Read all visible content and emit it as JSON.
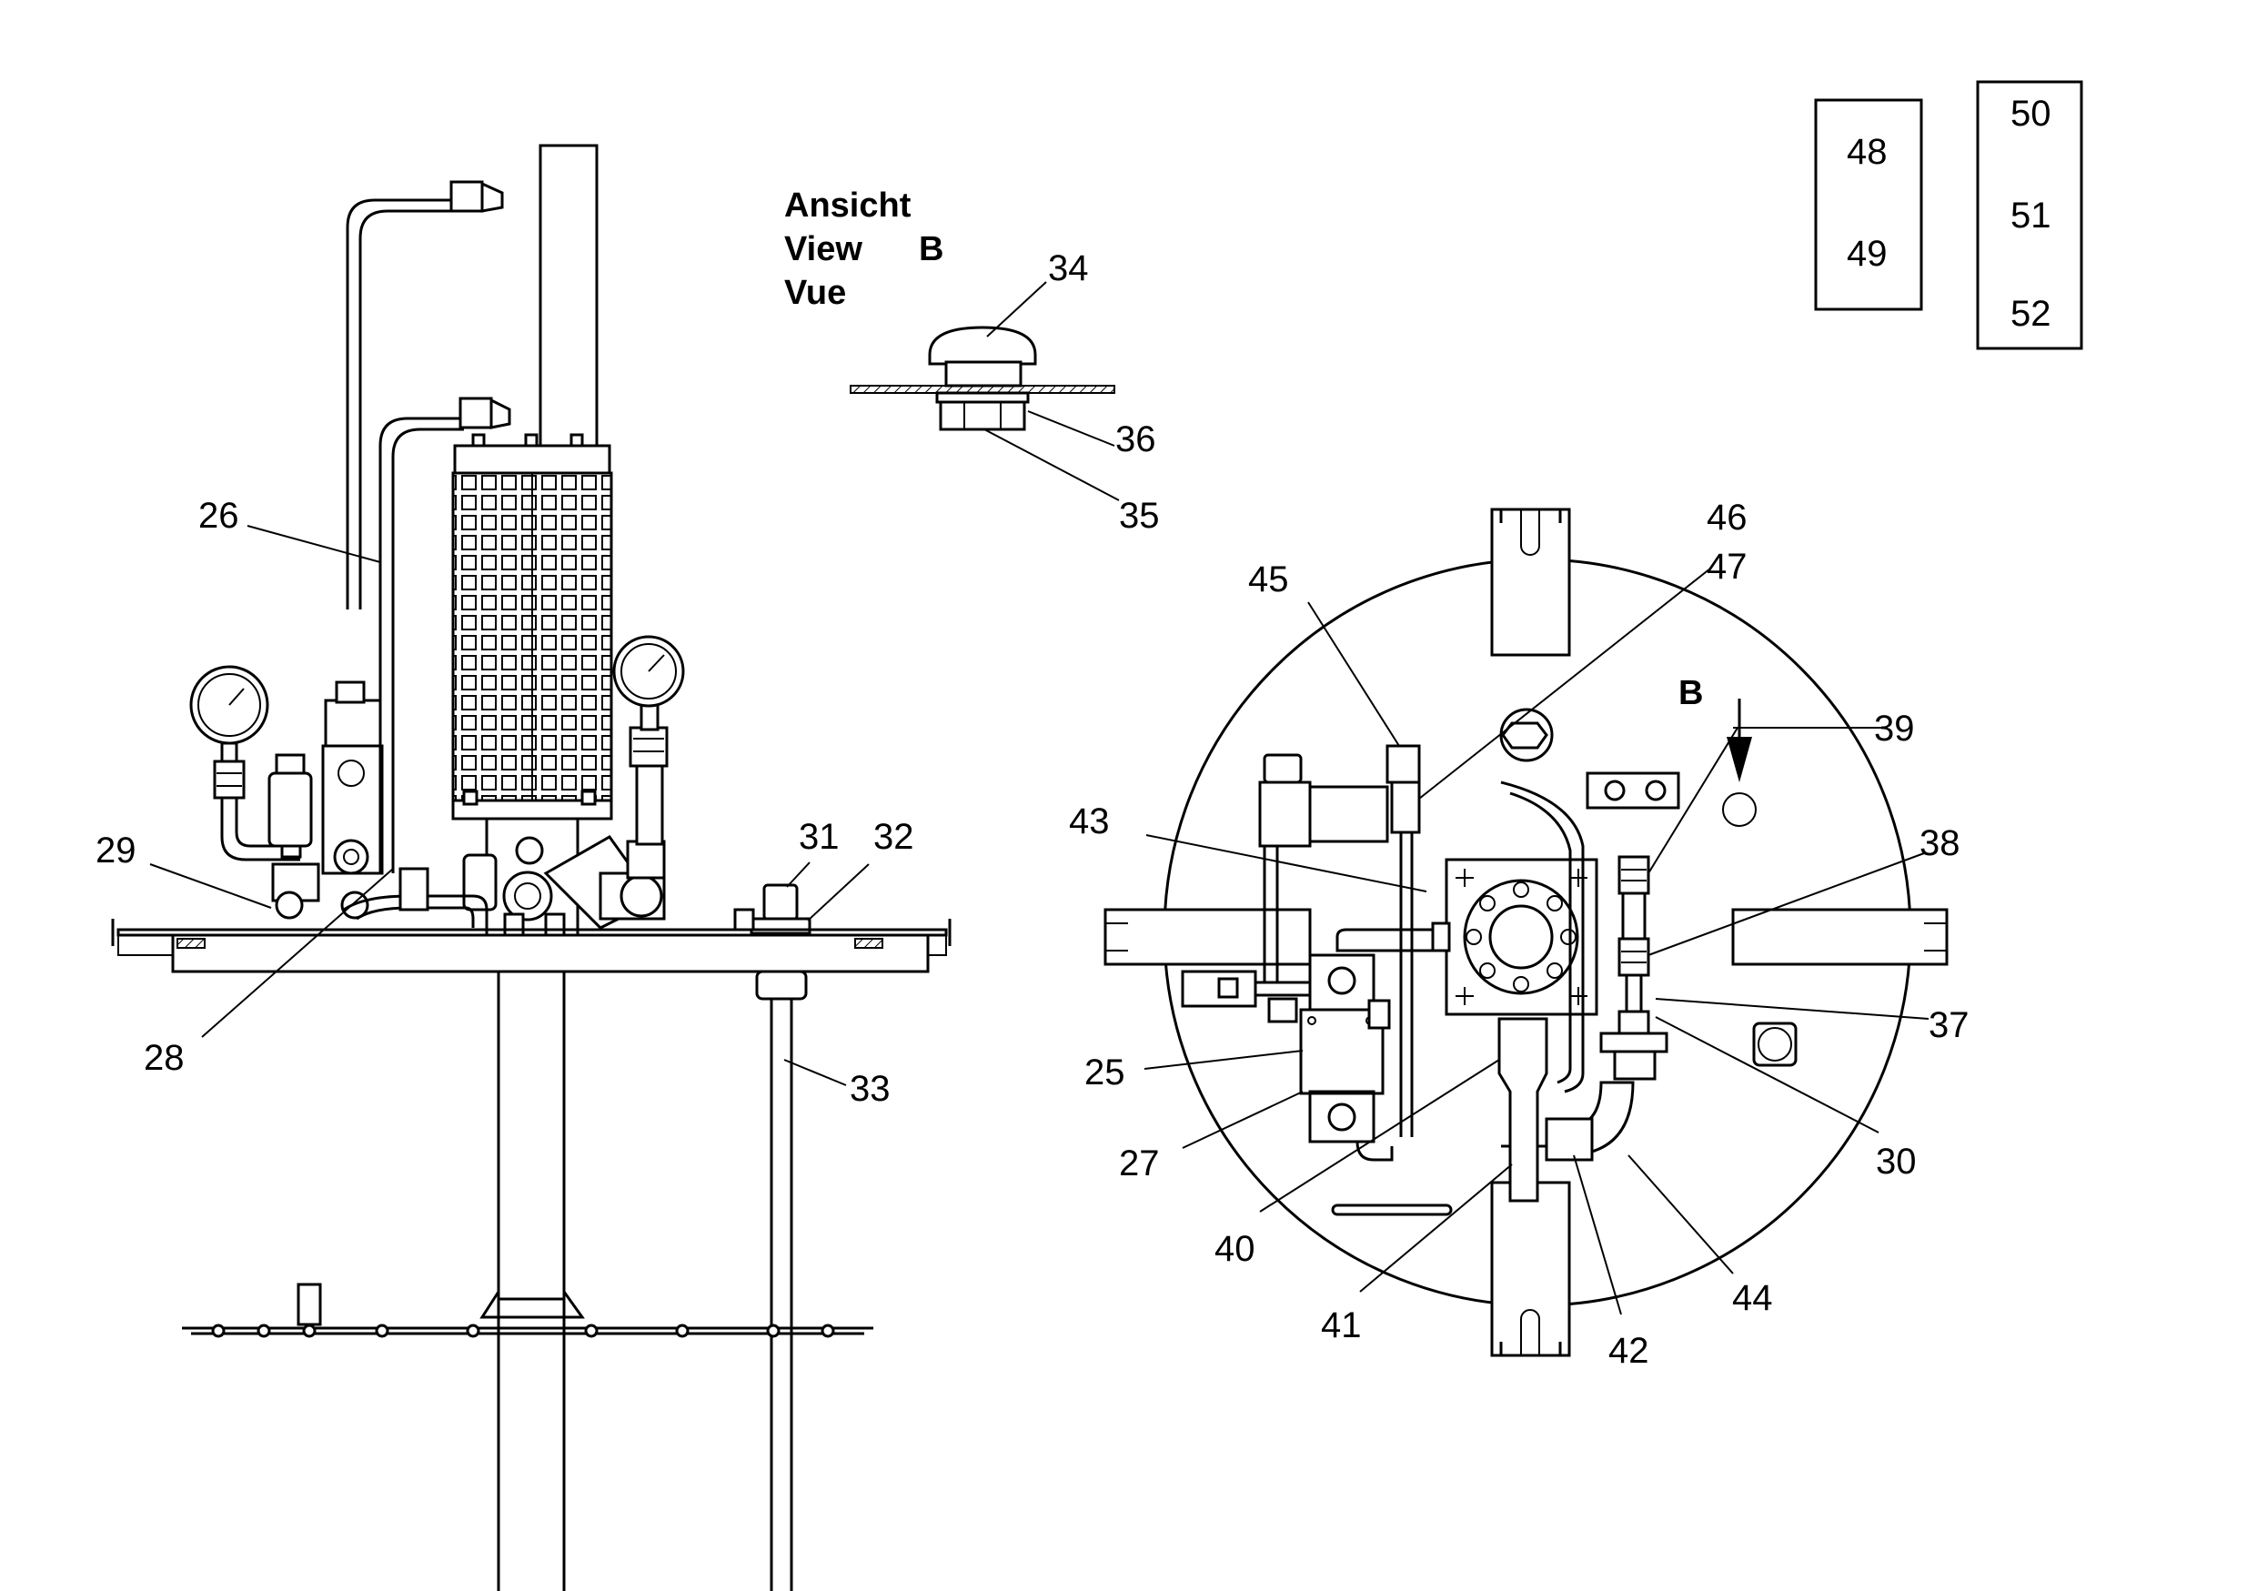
{
  "view_label": {
    "line1": "Ansicht",
    "line2": "View",
    "line3": "Vue",
    "letter": "B"
  },
  "view_arrow_letter": "B",
  "callouts": {
    "c25": "25",
    "c26": "26",
    "c27": "27",
    "c28": "28",
    "c29": "29",
    "c30": "30",
    "c31": "31",
    "c32": "32",
    "c33": "33",
    "c34": "34",
    "c35": "35",
    "c36": "36",
    "c37": "37",
    "c38": "38",
    "c39": "39",
    "c40": "40",
    "c41": "41",
    "c42": "42",
    "c43": "43",
    "c44": "44",
    "c45": "45",
    "c46": "46",
    "c47": "47",
    "c48": "48",
    "c49": "49",
    "c50": "50",
    "c51": "51",
    "c52": "52"
  }
}
